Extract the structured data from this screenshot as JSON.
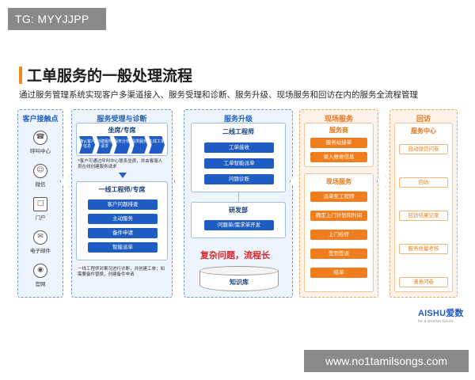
{
  "watermark_top": "TG: MYYJJPP",
  "watermark_bottom": "www.no1tamilsongs.com",
  "slide": {
    "title": "工单服务的一般处理流程",
    "subtitle": "通过服务管理系统实现客户多渠道接入、服务受理和诊断、服务升级、现场服务和回访在内的服务全流程管理"
  },
  "customer_touchpoints": {
    "title": "客户接触点",
    "channels": [
      {
        "label": "呼叫中心",
        "icon": "phone-icon"
      },
      {
        "label": "微信",
        "icon": "wechat-icon"
      },
      {
        "label": "门户",
        "icon": "portal-icon"
      },
      {
        "label": "电子邮件",
        "icon": "email-icon"
      },
      {
        "label": "官网",
        "icon": "website-icon"
      }
    ]
  },
  "acceptance": {
    "title": "服务受理与诊断",
    "seat_title": "坐席/专席",
    "steps": [
      "确认客户信息",
      "创建服务请求",
      "服务分析",
      "提供服务",
      "生成工单"
    ],
    "seat_note": "*客户可通过呼叫中心联系坐席，并由客服人员在线创建服务请求",
    "line1_title": "一线工程师/专席",
    "line1_items": [
      "客户问题排查",
      "主动服务",
      "备件申请",
      "智能派单"
    ],
    "line1_note": "一线工程师对案况进行诊断，并创建工单；如需要备件替换，创建备件申请"
  },
  "upgrade": {
    "title": "服务升级",
    "line2_title": "二线工程师",
    "line2_items": [
      "工单接收",
      "工单智能派单",
      "问题诊断"
    ],
    "rd_title": "研发部",
    "rd_item": "问题单/需求单开发",
    "red_note": "复杂问题，流程长",
    "db_label": "知识库"
  },
  "onsite": {
    "title": "现场服务",
    "provider_title": "服务商",
    "provider_items": [
      "服务站接单",
      "录入维修信息"
    ],
    "onsite_title": "现场服务",
    "onsite_items": [
      "派单至工程师",
      "确定上门计划和时间",
      "上门检修",
      "签到签退",
      "结单"
    ]
  },
  "revisit": {
    "title": "回访",
    "center_title": "服务中心",
    "items": [
      "自动微信问卷",
      "回访",
      "回访结果记录",
      "服务质量考核",
      "满意问卷"
    ]
  },
  "logo": {
    "text": "AISHU爱数",
    "tagline": "for a smarter future"
  },
  "colors": {
    "primary_blue": "#1f5cc4",
    "accent_orange": "#f07e1f",
    "alert_red": "#d8262b"
  }
}
